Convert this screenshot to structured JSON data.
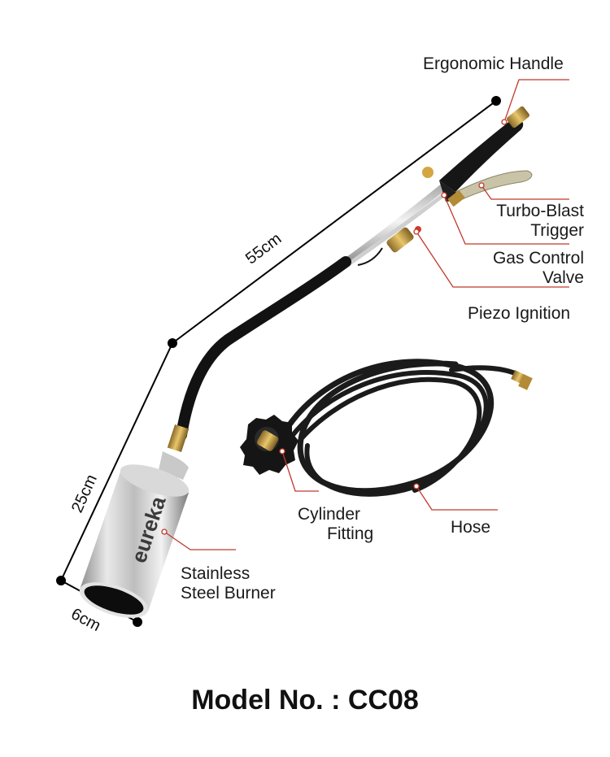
{
  "product": {
    "brand_on_burner": "eureka",
    "model_label": "Model No. : CC08"
  },
  "dimensions": {
    "length": "55cm",
    "burner_length": "25cm",
    "burner_diameter": "6cm"
  },
  "callouts": {
    "ergonomic_handle": "Ergonomic Handle",
    "turbo_blast_line1": "Turbo-Blast",
    "turbo_blast_line2": "Trigger",
    "gas_control_line1": "Gas Control",
    "gas_control_line2": "Valve",
    "piezo_ignition": "Piezo Ignition",
    "cylinder_line1": "Cylinder",
    "cylinder_line2": "Fitting",
    "hose": "Hose",
    "burner_line1": "Stainless",
    "burner_line2": "Steel Burner"
  },
  "colors": {
    "callout_line": "#c0392b",
    "dimension_line": "#000000"
  }
}
